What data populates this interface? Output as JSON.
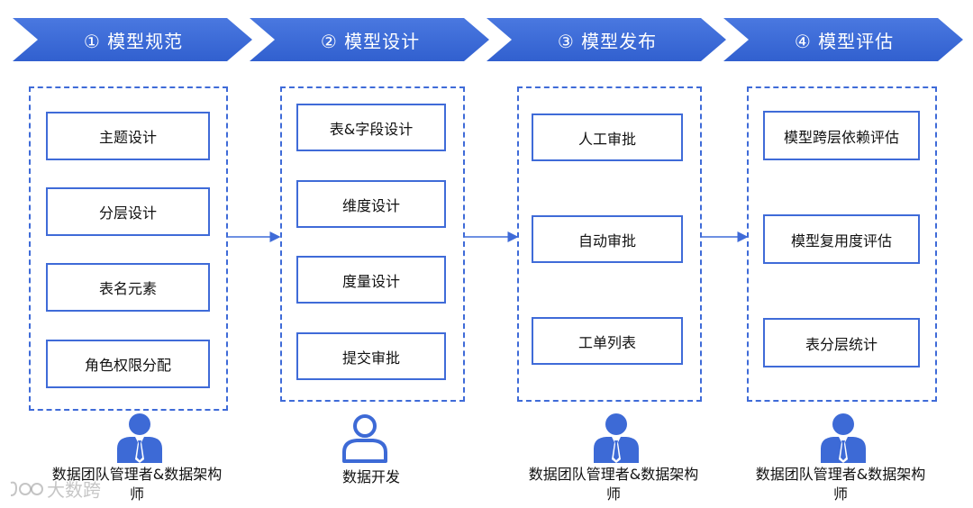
{
  "colors": {
    "accent": "#3f6bd8",
    "banner": "#3a6ad8"
  },
  "phases": [
    {
      "label": "① 模型规范",
      "steps": [
        "主题设计",
        "分层设计",
        "表名元素",
        "角色权限分配"
      ],
      "role": "数据团队管理者&数据架构师",
      "icon": "manager-person-icon"
    },
    {
      "label": "② 模型设计",
      "steps": [
        "表&字段设计",
        "维度设计",
        "度量设计",
        "提交审批"
      ],
      "role": "数据开发",
      "icon": "developer-person-icon"
    },
    {
      "label": "③ 模型发布",
      "steps": [
        "人工审批",
        "自动审批",
        "工单列表"
      ],
      "role": "数据团队管理者&数据架构师",
      "icon": "manager-person-icon"
    },
    {
      "label": "④ 模型评估",
      "steps": [
        "模型跨层依赖评估",
        "模型复用度评估",
        "表分层统计"
      ],
      "role": "数据团队管理者&数据架构师",
      "icon": "manager-person-icon"
    }
  ],
  "watermark": "大数跨"
}
